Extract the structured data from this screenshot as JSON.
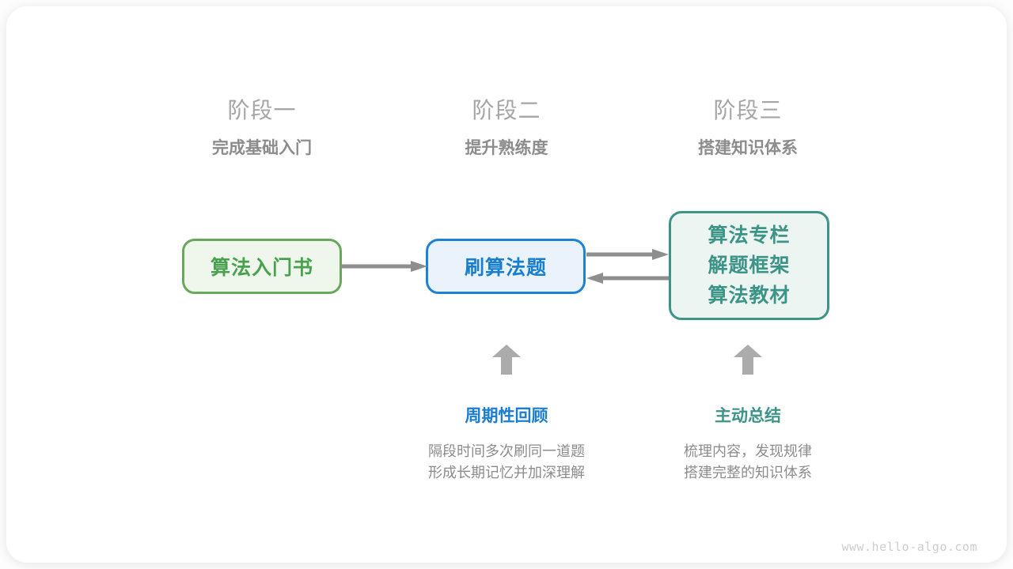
{
  "stages": [
    {
      "title": "阶段一",
      "subtitle": "完成基础入门"
    },
    {
      "title": "阶段二",
      "subtitle": "提升熟练度"
    },
    {
      "title": "阶段三",
      "subtitle": "搭建知识体系"
    }
  ],
  "boxes": {
    "intro_book": {
      "label": "算法入门书"
    },
    "practice": {
      "label": "刷算法题"
    },
    "resources": {
      "lines": [
        "算法专栏",
        "解题框架",
        "算法教材"
      ]
    }
  },
  "annotations": [
    {
      "label": "周期性回顾",
      "desc_line1": "隔段时间多次刷同一道题",
      "desc_line2": "形成长期记忆并加深理解"
    },
    {
      "label": "主动总结",
      "desc_line1": "梳理内容，发现规律",
      "desc_line2": "搭建完整的知识体系"
    }
  ],
  "watermark": "www.hello-algo.com",
  "colors": {
    "green_text": "#48a14f",
    "green_border": "#69a75c",
    "green_fill": "#eff7ec",
    "blue_text": "#1a7ed0",
    "blue_border": "#1d82d4",
    "blue_fill": "#eaf3fb",
    "teal_text": "#3b9486",
    "teal_border": "#3b9486",
    "teal_fill": "#edf5f2",
    "arrow": "#8e8e8e",
    "up_arrow": "#ababab",
    "stage_title": "#a5a5a5",
    "stage_subtitle": "#8c8c8c",
    "desc": "#8c8c8c",
    "watermark": "#cdcdcd"
  }
}
